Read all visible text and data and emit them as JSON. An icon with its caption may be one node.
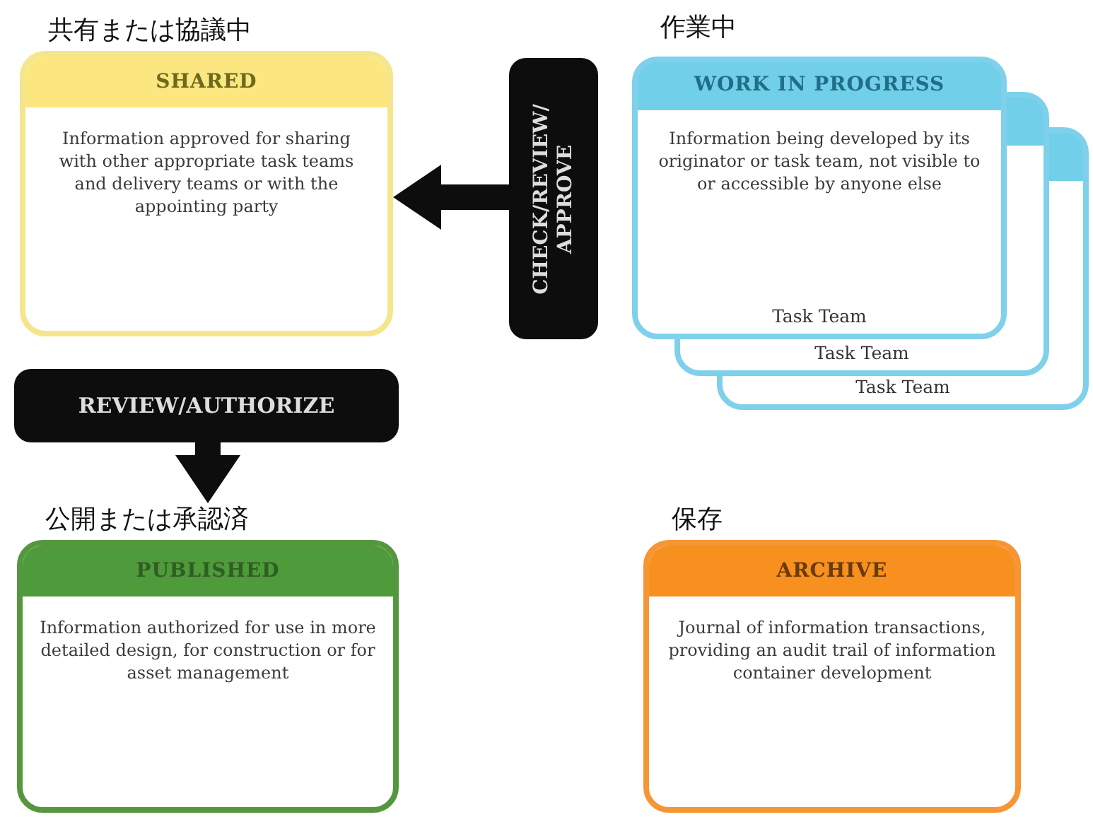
{
  "diagram": {
    "nodes": [
      {
        "text": [
          "共有または協議中",
          "SHARED",
          "Information approved for sharing with other appropriate task teams and delivery teams or with the appointing party"
        ]
      },
      {
        "text": [
          "作業中",
          "WORK IN PROGRESS",
          "Information being developed by its originator or task team, not visible to or accessible by anyone else",
          "Task Team",
          "Task Team",
          "Task Team"
        ]
      },
      {
        "text": [
          "CHECK/REVIEW/ APPROVE"
        ]
      },
      {
        "text": [
          "REVIEW/AUTHORIZE"
        ]
      },
      {
        "text": [
          "公開または承認済",
          "PUBLISHED",
          "Information authorized for use in more detailed design, for construction or for asset management"
        ]
      },
      {
        "text": [
          "保存",
          "ARCHIVE",
          "Journal of information transactions, providing an audit trail of information container development"
        ]
      }
    ],
    "edges": [
      {
        "from": 2,
        "to": 0,
        "arrow": "to"
      },
      {
        "from": 3,
        "to": 4,
        "arrow": "to"
      }
    ]
  }
}
